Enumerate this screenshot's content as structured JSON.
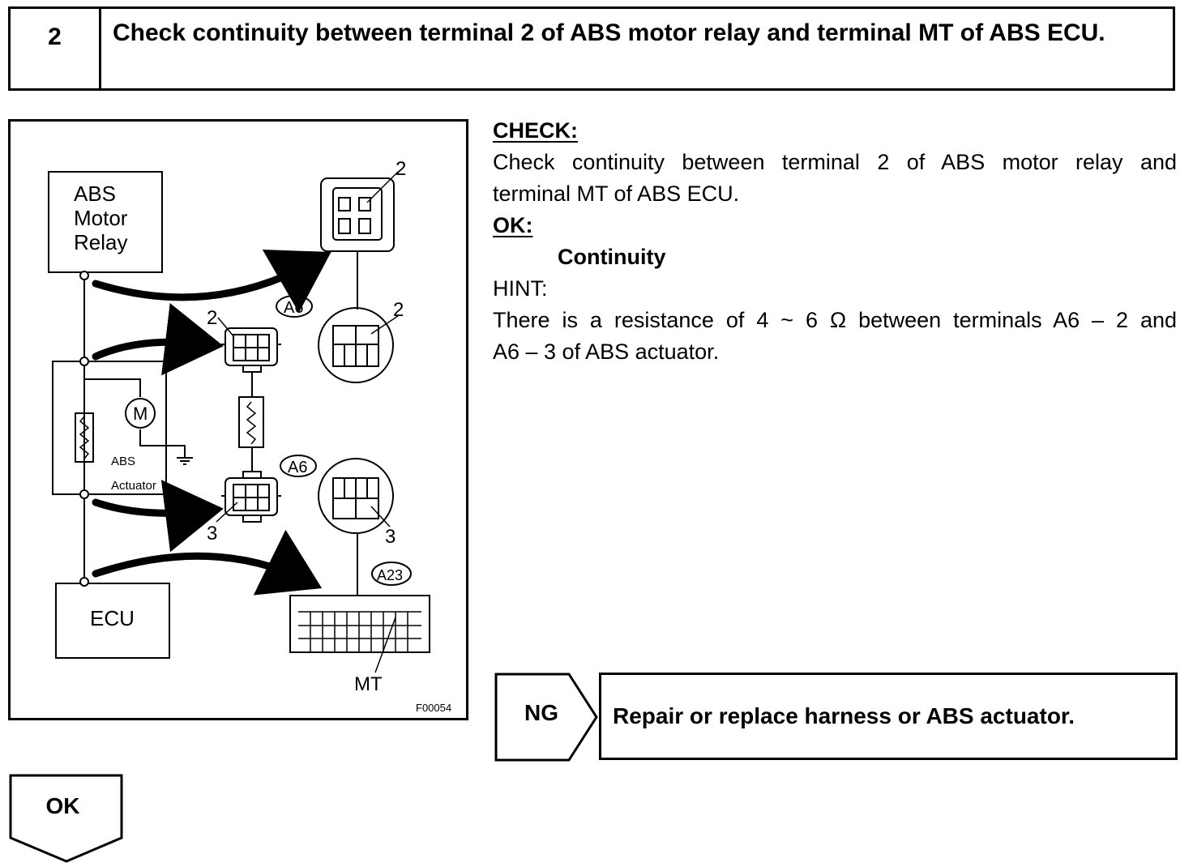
{
  "header": {
    "step_number": "2",
    "title": "Check continuity between terminal 2 of ABS motor relay and terminal MT of ABS ECU."
  },
  "diagram": {
    "relay_box_lines": [
      "ABS",
      "Motor",
      "Relay"
    ],
    "ecu_box_label": "ECU",
    "actuator_label_1": "ABS",
    "actuator_label_2": "Actuator",
    "motor_symbol": "M",
    "connector_a6_top": "A6",
    "connector_a6_bottom": "A6",
    "connector_a23": "A23",
    "terminal_2_relay": "2",
    "terminal_2_a6_left": "2",
    "terminal_2_a6_right": "2",
    "terminal_3_a6_left": "3",
    "terminal_3_a6_right": "3",
    "terminal_mt": "MT",
    "figure_code": "F00054"
  },
  "check": {
    "heading": "CHECK:",
    "text_line1": "Check continuity between terminal 2 of ABS motor relay and",
    "text_line2": "terminal MT of ABS ECU.",
    "ok_heading": "OK:",
    "ok_value": "Continuity",
    "hint_heading": "HINT:",
    "hint_line1": "There is a resistance of 4 ~ 6 Ω between terminals A6 – 2 and",
    "hint_line2": "A6 – 3 of ABS actuator."
  },
  "ng": {
    "label": "NG",
    "action": "Repair or replace harness or ABS actuator."
  },
  "ok": {
    "label": "OK"
  }
}
